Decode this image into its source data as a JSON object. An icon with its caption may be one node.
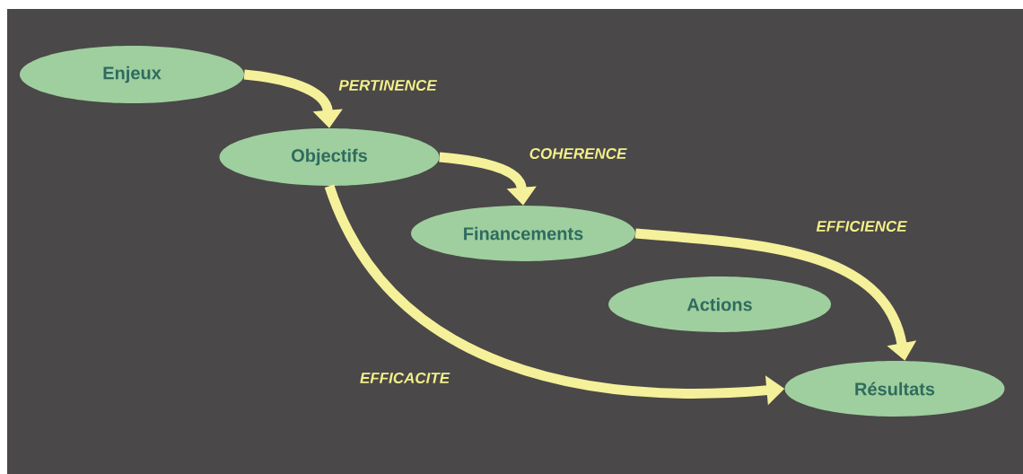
{
  "diagram": {
    "nodes": [
      {
        "text": [
          "Enjeux"
        ]
      },
      {
        "text": [
          "Objectifs"
        ]
      },
      {
        "text": [
          "Financements"
        ]
      },
      {
        "text": [
          "Actions"
        ]
      },
      {
        "text": [
          "Résultats"
        ]
      }
    ],
    "edges": [
      {
        "from": 0,
        "to": 1,
        "arrow": "to",
        "label": "PERTINENCE"
      },
      {
        "from": 1,
        "to": 2,
        "arrow": "to",
        "label": "COHERENCE"
      },
      {
        "from": 2,
        "to": 4,
        "arrow": "to",
        "label": "EFFICIENCE"
      },
      {
        "from": 1,
        "to": 4,
        "arrow": "to",
        "label": "EFFICACITE"
      }
    ]
  }
}
